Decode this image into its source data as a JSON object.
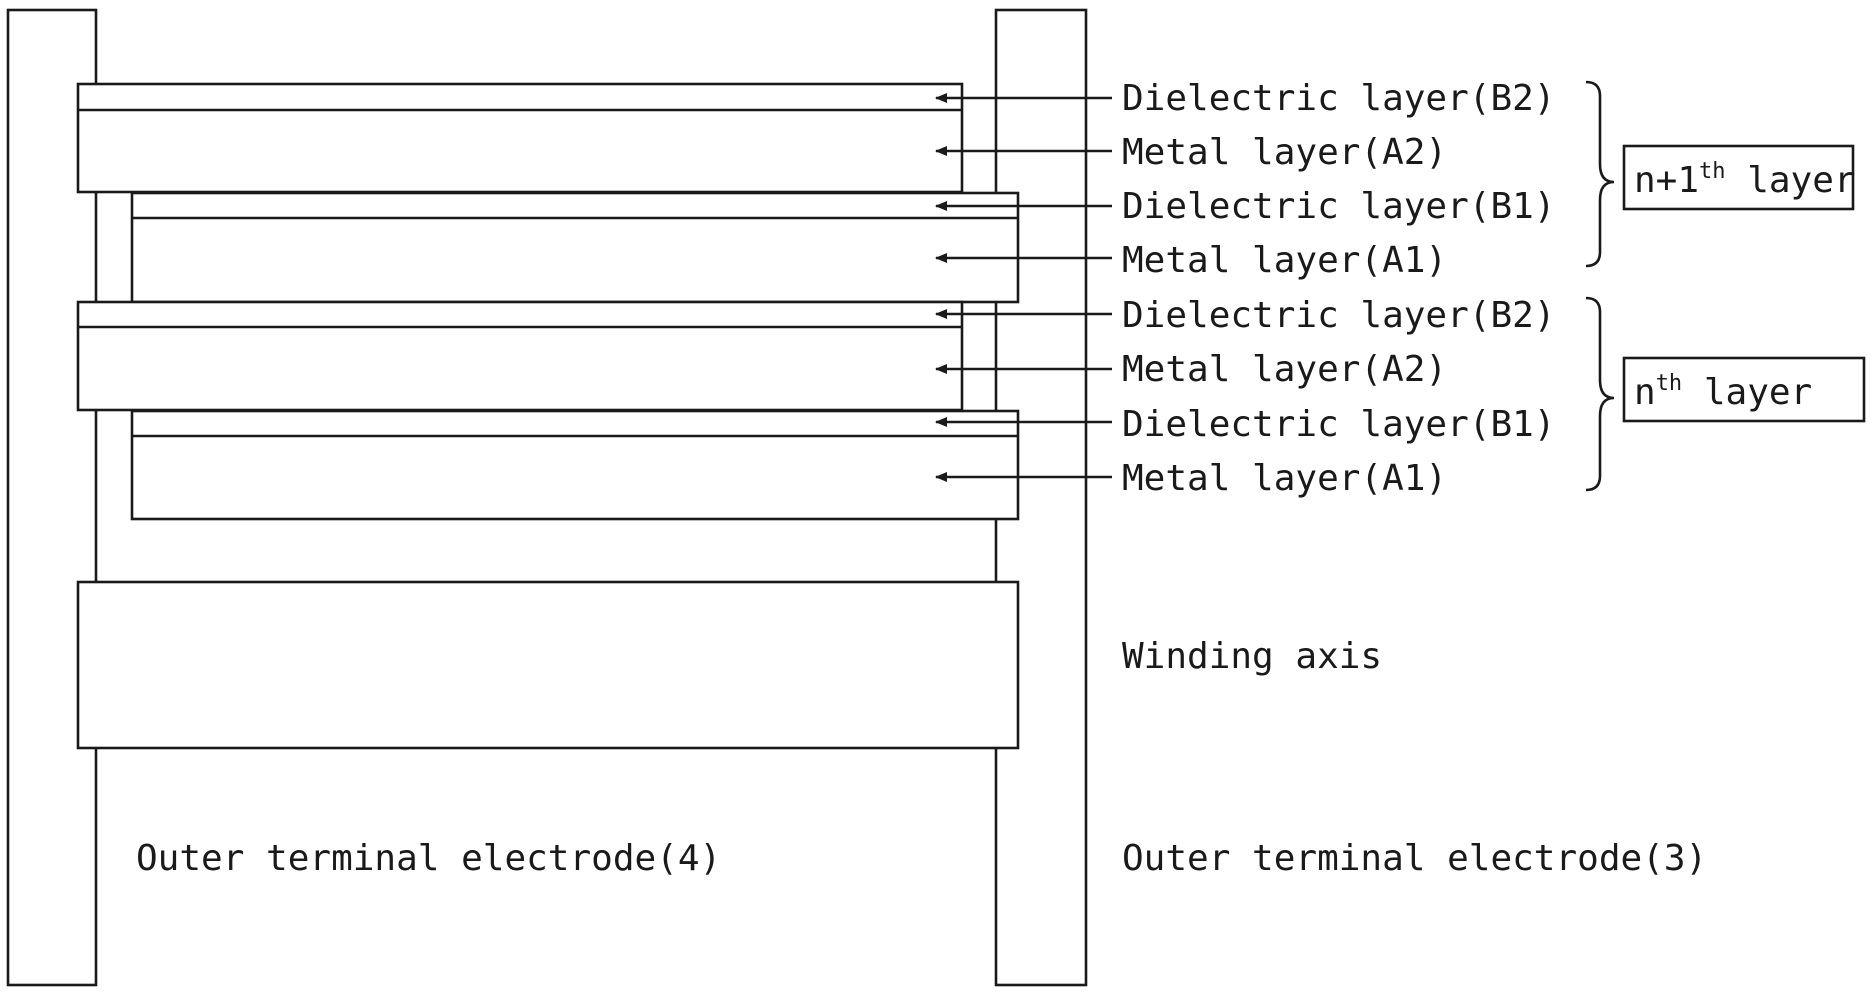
{
  "labels": {
    "dielectric_b2_upper": "Dielectric layer(B2)",
    "metal_a2_upper": "Metal layer(A2)",
    "dielectric_b1_upper": "Dielectric layer(B1)",
    "metal_a1_upper": "Metal layer(A1)",
    "dielectric_b2_lower": "Dielectric layer(B2)",
    "metal_a2_lower": "Metal layer(A2)",
    "dielectric_b1_lower": "Dielectric layer(B1)",
    "metal_a1_lower": "Metal layer(A1)",
    "winding_axis": "Winding axis",
    "outer_electrode_left": "Outer terminal electrode(4)",
    "outer_electrode_right": "Outer terminal electrode(3)"
  },
  "groups": {
    "upper": {
      "base": "n+1",
      "sup": "th",
      "suffix": " layer"
    },
    "lower": {
      "base": "n",
      "sup": "th",
      "suffix": " layer"
    }
  }
}
